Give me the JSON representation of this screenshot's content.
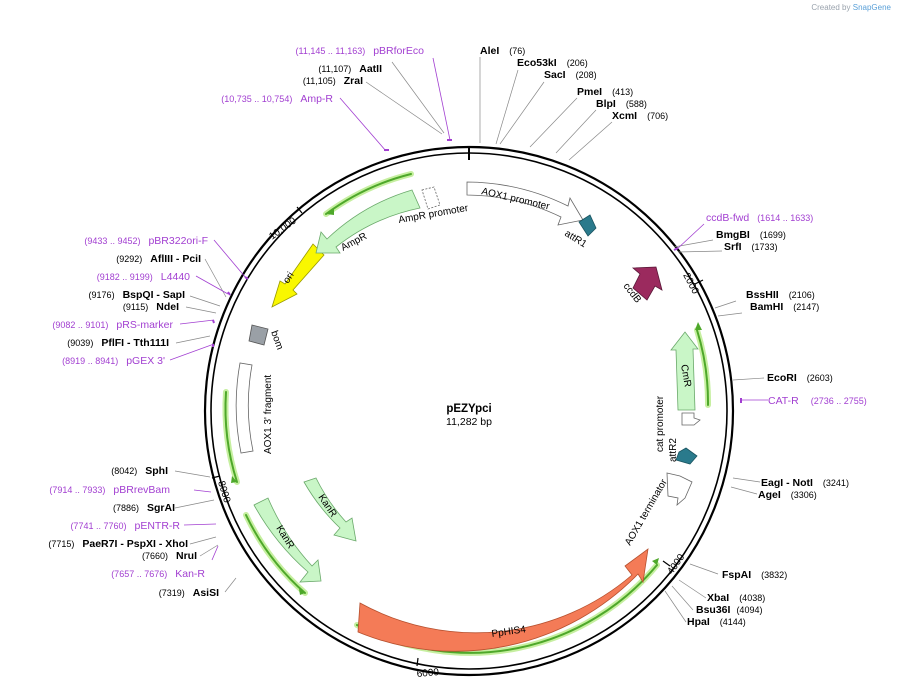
{
  "credit": {
    "prefix": "Created by",
    "brand": "SnapGene"
  },
  "plasmid": {
    "name": "pEZYpci",
    "size": "11,282 bp"
  },
  "colors": {
    "primer": "#a23fd1",
    "green_band": "#4ea82a",
    "orange": "#f47b57",
    "ccdb": "#9b2a5e",
    "att": "#2a7a8c"
  },
  "ticks": [
    "2000",
    "4000",
    "6000",
    "8000",
    "10,000"
  ],
  "enzymes_right": [
    {
      "name": "AleI",
      "pos": "(76)"
    },
    {
      "name": "Eco53kI",
      "pos": "(206)"
    },
    {
      "name": "SacI",
      "pos": "(208)"
    },
    {
      "name": "PmeI",
      "pos": "(413)"
    },
    {
      "name": "BlpI",
      "pos": "(588)"
    },
    {
      "name": "XcmI",
      "pos": "(706)"
    },
    {
      "name": "BmgBI",
      "pos": "(1699)"
    },
    {
      "name": "SrfI",
      "pos": "(1733)"
    },
    {
      "name": "BssHII",
      "pos": "(2106)"
    },
    {
      "name": "BamHI",
      "pos": "(2147)"
    },
    {
      "name": "EcoRI",
      "pos": "(2603)"
    },
    {
      "name": "EagI  - NotI",
      "pos": "(3241)"
    },
    {
      "name": "AgeI",
      "pos": "(3306)"
    },
    {
      "name": "FspAI",
      "pos": "(3832)"
    },
    {
      "name": "XbaI",
      "pos": "(4038)"
    },
    {
      "name": "Bsu36I",
      "pos": "(4094)"
    },
    {
      "name": "HpaI",
      "pos": "(4144)"
    }
  ],
  "enzymes_left": [
    {
      "name": "AatII",
      "pos": "(11,107)"
    },
    {
      "name": "ZraI",
      "pos": "(11,105)"
    },
    {
      "name": "AflIII  - PciI",
      "pos": "(9292)"
    },
    {
      "name": "BspQI  - SapI",
      "pos": "(9176)"
    },
    {
      "name": "NdeI",
      "pos": "(9115)"
    },
    {
      "name": "PflFI  - Tth111I",
      "pos": "(9039)"
    },
    {
      "name": "SphI",
      "pos": "(8042)"
    },
    {
      "name": "SgrAI",
      "pos": "(7886)"
    },
    {
      "name": "PaeR7I  - PspXI  - XhoI",
      "pos": "(7715)"
    },
    {
      "name": "NruI",
      "pos": "(7660)"
    },
    {
      "name": "AsiSI",
      "pos": "(7319)"
    }
  ],
  "primers": [
    {
      "name": "pBRforEco",
      "range": "(11,145 .. 11,163)"
    },
    {
      "name": "Amp-R",
      "range": "(10,735 .. 10,754)"
    },
    {
      "name": "pBR322ori-F",
      "range": "(9433 .. 9452)"
    },
    {
      "name": "L4440",
      "range": "(9182 .. 9199)"
    },
    {
      "name": "pRS-marker",
      "range": "(9082 .. 9101)"
    },
    {
      "name": "pGEX 3'",
      "range": "(8919 .. 8941)"
    },
    {
      "name": "pBRrevBam",
      "range": "(7914 .. 7933)"
    },
    {
      "name": "pENTR-R",
      "range": "(7741 .. 7760)"
    },
    {
      "name": "Kan-R",
      "range": "(7657 .. 7676)"
    },
    {
      "name": "ccdB-fwd",
      "range": "(1614 .. 1633)"
    },
    {
      "name": "CAT-R",
      "range": "(2736 .. 2755)"
    }
  ],
  "features": [
    {
      "name": "AOX1 promoter"
    },
    {
      "name": "attR1"
    },
    {
      "name": "ccdB"
    },
    {
      "name": "CmR"
    },
    {
      "name": "cat promoter"
    },
    {
      "name": "attR2"
    },
    {
      "name": "AOX1 terminator"
    },
    {
      "name": "PpHIS4"
    },
    {
      "name": "KanR"
    },
    {
      "name": "KanR"
    },
    {
      "name": "AOX1 3' fragment"
    },
    {
      "name": "bom"
    },
    {
      "name": "ori"
    },
    {
      "name": "AmpR"
    },
    {
      "name": "AmpR promoter"
    }
  ]
}
